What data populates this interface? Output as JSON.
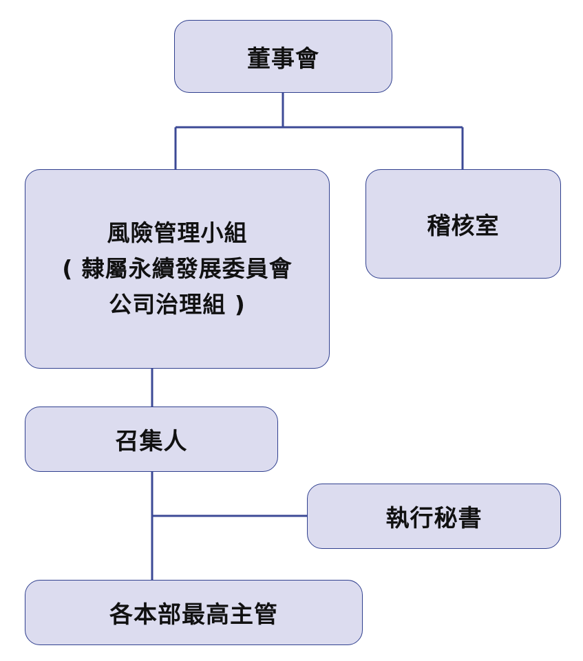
{
  "org_chart": {
    "board": {
      "label": "董事會"
    },
    "risk_group": {
      "lines": [
        "風險管理小組",
        "( 隸屬永續發展委員會",
        "公司治理組 )"
      ]
    },
    "audit": {
      "label": "稽核室"
    },
    "convener": {
      "label": "召集人"
    },
    "secretary": {
      "label": "執行秘書"
    },
    "unit_heads": {
      "label": "各本部最高主管"
    }
  },
  "colors": {
    "box_fill": "#dcdcef",
    "box_border": "#2f3f8e",
    "connector": "#3c4a96",
    "text": "#111111"
  }
}
